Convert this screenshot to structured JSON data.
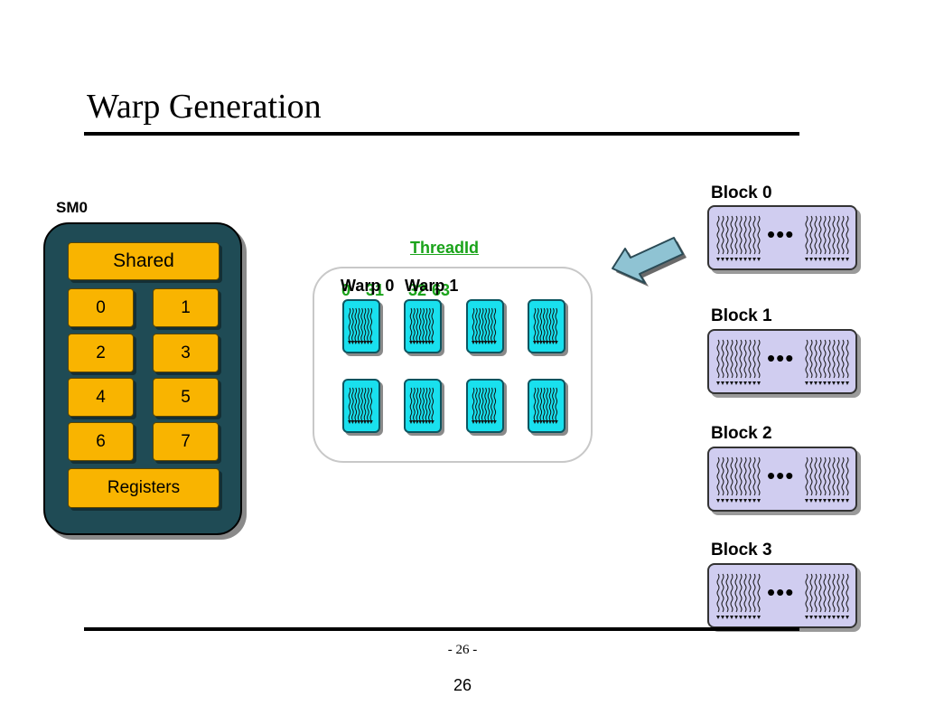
{
  "title": "Warp Generation",
  "sm": {
    "label": "SM0",
    "shared_label": "Shared",
    "registers_label": "Registers",
    "cells": [
      "0",
      "1",
      "2",
      "3",
      "4",
      "5",
      "6",
      "7"
    ]
  },
  "threadid_label": "ThreadId",
  "thread_numbers": [
    "0",
    "31",
    "32",
    "63"
  ],
  "warps": [
    "Warp 0",
    "Warp 1"
  ],
  "blocks": [
    {
      "label": "Block 0",
      "ellipsis": "•••"
    },
    {
      "label": "Block 1",
      "ellipsis": "•••"
    },
    {
      "label": "Block 2",
      "ellipsis": "•••"
    },
    {
      "label": "Block 3",
      "ellipsis": "•••"
    }
  ],
  "footer_page": "- 26 -",
  "slide_number": "26",
  "colors": {
    "sm_fill": "#1f4b55",
    "cell_fill": "#f9b400",
    "warp_fill": "#19e0ee",
    "block_fill": "#d0cdf0",
    "threadid_color": "#1aa31a",
    "arrow_fill": "#8fc3d3"
  }
}
